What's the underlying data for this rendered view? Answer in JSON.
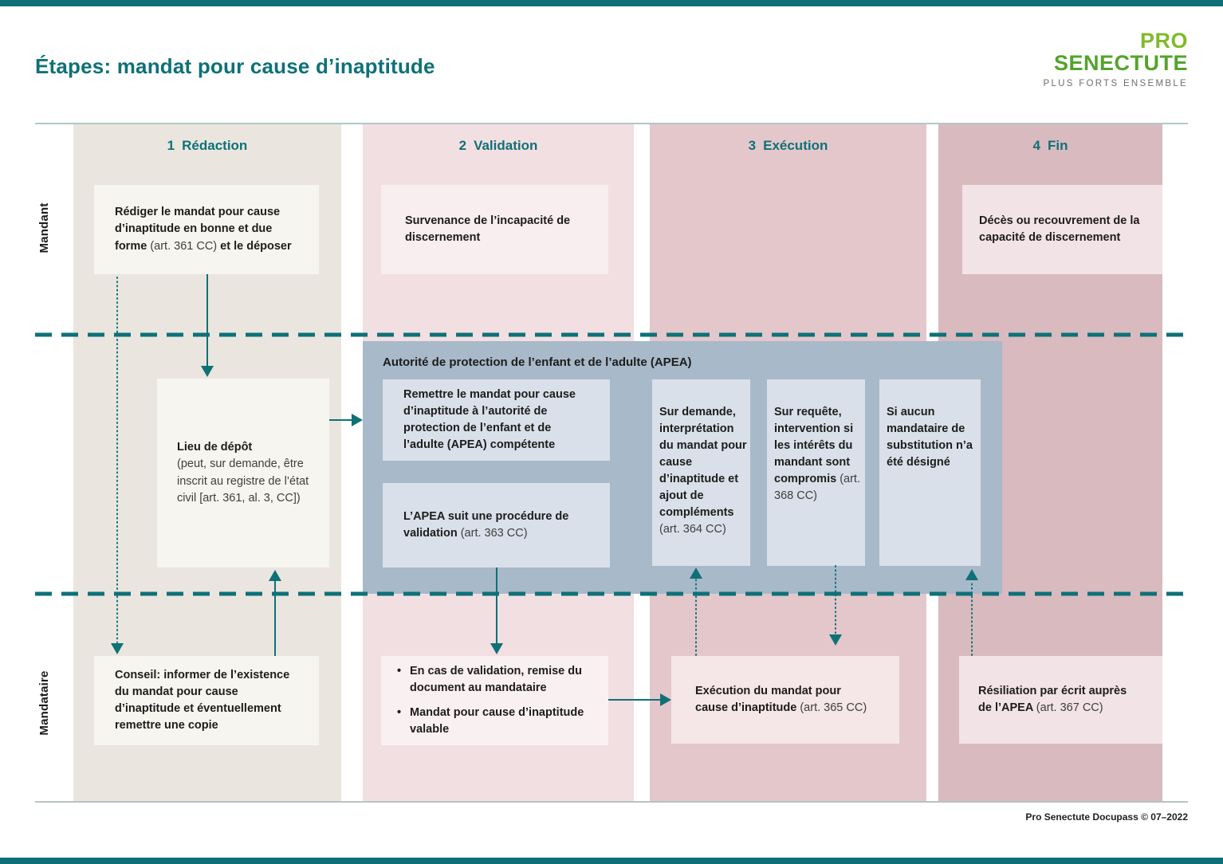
{
  "page": {
    "title": "Étapes: mandat pour cause d’inaptitude",
    "footer": "Pro Senectute Docupass © 07–2022"
  },
  "logo": {
    "line1": "PRO",
    "line2": "SENECTUTE",
    "tagline": "PLUS FORTS ENSEMBLE"
  },
  "colors": {
    "accent_teal": "#0E7178",
    "logo_green": "#6FB62C"
  },
  "rows": [
    {
      "label": "Mandant"
    },
    {
      "label": "Mandataire"
    }
  ],
  "columns": [
    {
      "number": "1",
      "label": "Rédaction"
    },
    {
      "number": "2",
      "label": "Validation"
    },
    {
      "number": "3",
      "label": "Exécution"
    },
    {
      "number": "4",
      "label": "Fin"
    }
  ],
  "boxes": {
    "rediger": {
      "b1": "Rédiger le mandat pour cause d’inaptitude en bonne et due forme ",
      "r1": "(art. 361 CC)",
      "b2": " et le déposer"
    },
    "survenance": {
      "b1": "Survenance de l’incapacité de discernement"
    },
    "deces": {
      "b1": "Décès ou recouvrement de la capacité de discernement"
    },
    "lieu": {
      "b1": "Lieu de dépôt",
      "r1": "(peut, sur demande, être inscrit au registre de l’état civil [art. 361, al. 3, CC])"
    },
    "apea": {
      "header": "Autorité de protection de l’enfant et de l’adulte (APEA)"
    },
    "remettre": {
      "b1": "Remettre le mandat pour cause d’inaptitude à l’autorité de protection de l’enfant et de l’adulte (APEA) compétente"
    },
    "procedure": {
      "b1": "L’APEA suit une procédure de validation ",
      "r1": "(art. 363 CC)"
    },
    "sur_demande": {
      "b1": "Sur demande, interprétation du mandat pour cause d’inaptitude et ajout de compléments ",
      "r1": "(art. 364 CC)"
    },
    "sur_requete": {
      "b1": "Sur requête, intervention si les intérêts du mandant sont compromis ",
      "r1": "(art. 368 CC)"
    },
    "si_aucun": {
      "b1": "Si aucun mandataire de substitution n’a été désigné"
    },
    "conseil": {
      "b1": "Conseil: informer de l’existence du mandat pour cause d’inaptitude et éventuellement remettre une copie"
    },
    "validation_result": {
      "bullet_glyph": "•",
      "bullet1": "En cas de validation, remise du document au mandataire",
      "bullet2": "Mandat pour cause d’inaptitude valable"
    },
    "execution": {
      "b1": "Exécution du mandat pour cause d’inaptitude ",
      "r1": "(art. 365 CC)"
    },
    "resiliation": {
      "b1": "Résiliation par écrit auprès de l’APEA ",
      "r1": "(art. 367 CC)"
    }
  }
}
